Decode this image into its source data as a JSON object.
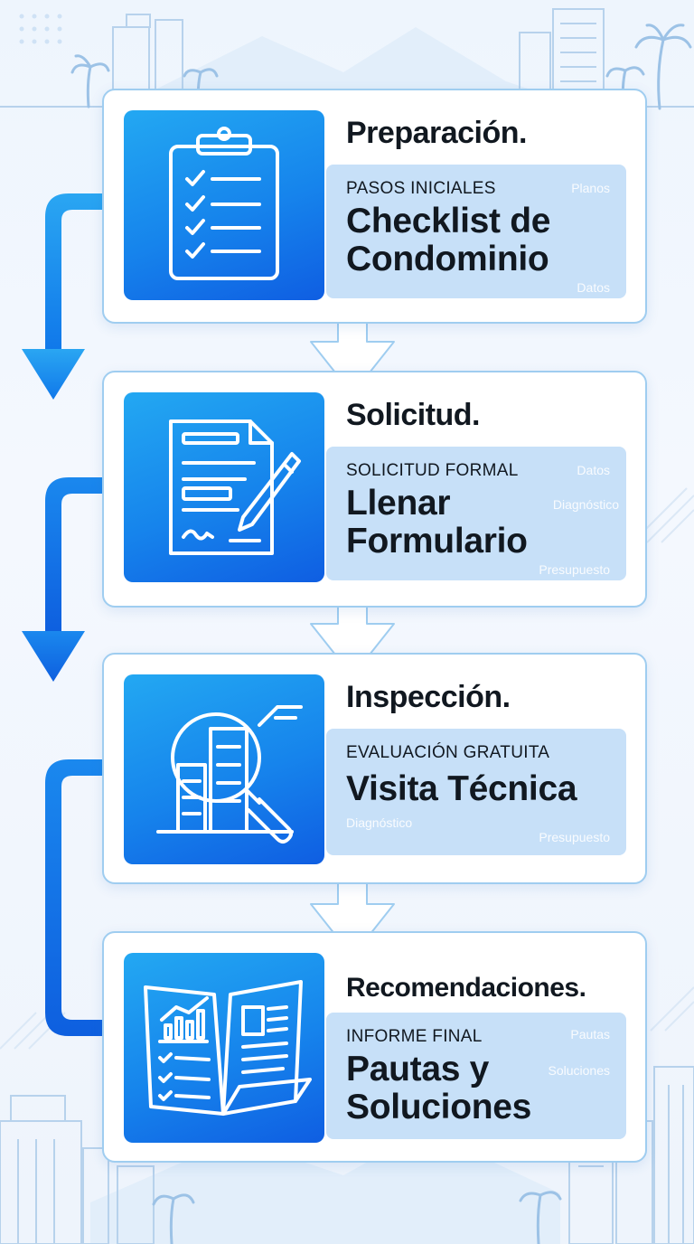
{
  "colors": {
    "accent": "#1684ec",
    "accent_dark": "#0f5ee2",
    "panel": "#c7e0f8",
    "card_border": "#9fcdf0",
    "background": "#eef5fd"
  },
  "steps": [
    {
      "title": "Preparación.",
      "subtitle": "PASOS INICIALES",
      "main_line1": "Checklist de",
      "main_line2": "Condominio",
      "tags": [
        "Planos",
        "Datos"
      ],
      "icon": "clipboard-checklist-icon"
    },
    {
      "title": "Solicitud.",
      "subtitle": "SOLICITUD FORMAL",
      "main_line1": "Llenar",
      "main_line2": "Formulario",
      "tags": [
        "Datos",
        "Diagnóstico",
        "Presupuesto"
      ],
      "icon": "document-pen-icon"
    },
    {
      "title": "Inspección.",
      "subtitle": "EVALUACIÓN GRATUITA",
      "main_line1": "Visita Técnica",
      "main_line2": "",
      "tags": [
        "Diagnóstico",
        "Presupuesto"
      ],
      "icon": "magnifier-building-icon"
    },
    {
      "title": "Recomendaciones.",
      "subtitle": "INFORME FINAL",
      "main_line1": "Pautas y",
      "main_line2": "Soluciones",
      "tags": [
        "Pautas",
        "Soluciones"
      ],
      "icon": "open-report-icon"
    }
  ]
}
